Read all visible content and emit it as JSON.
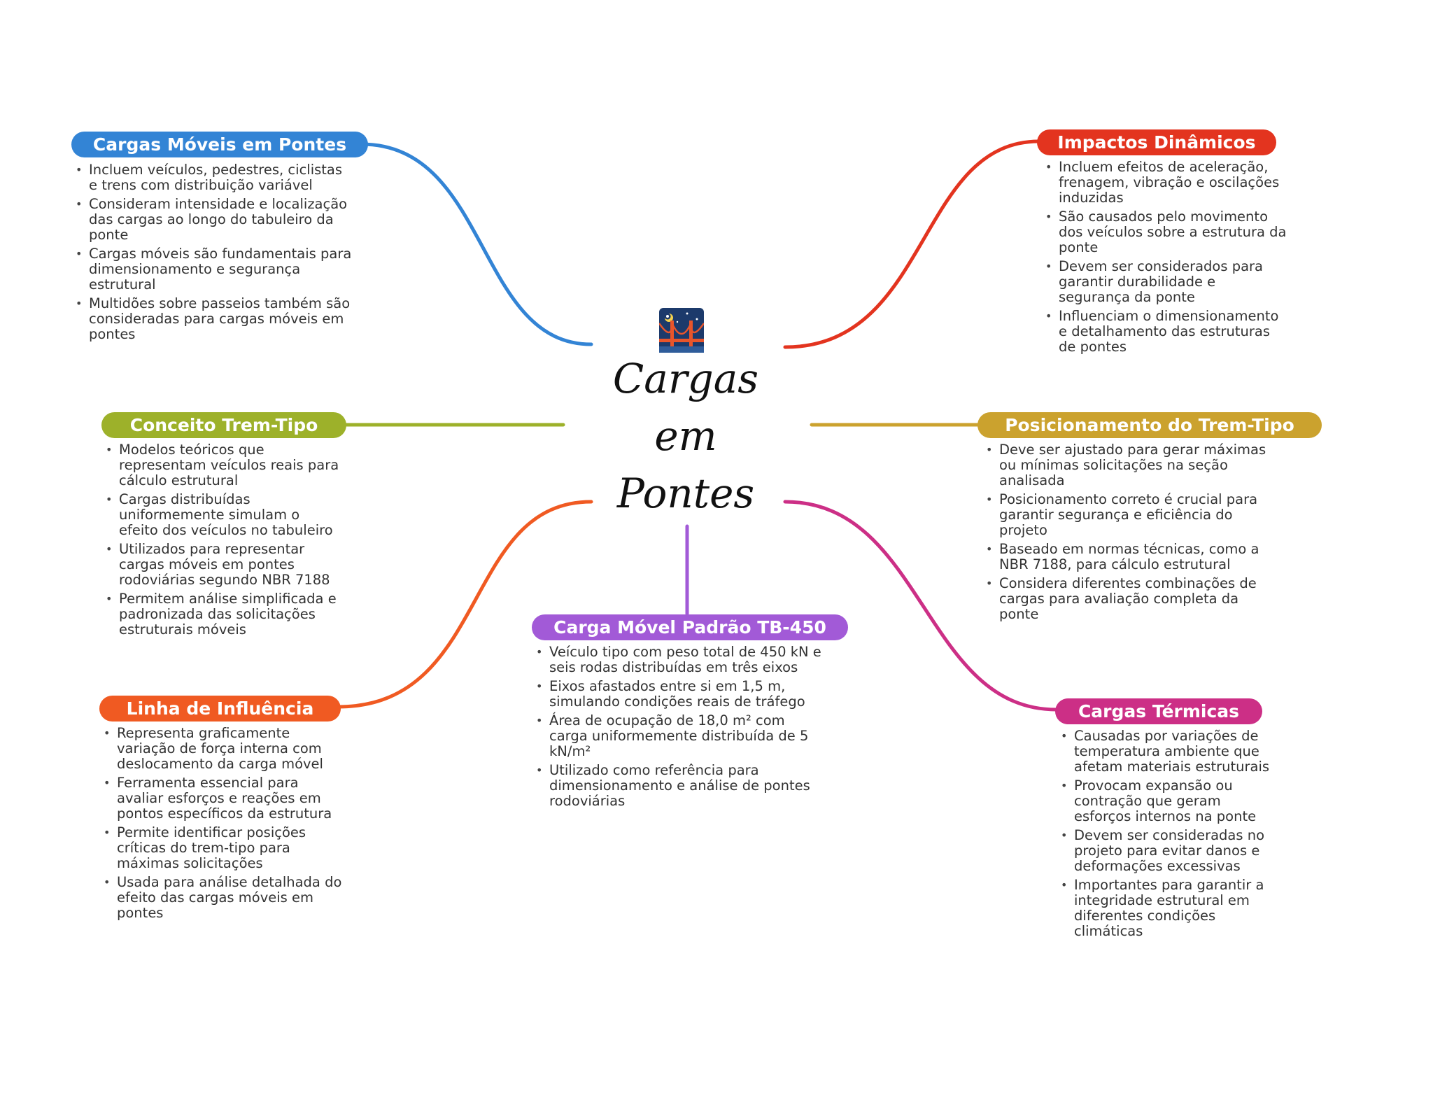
{
  "center": {
    "title_lines": [
      "Cargas",
      "em",
      "Pontes"
    ],
    "icon": "golden-gate-bridge-icon"
  },
  "colors": {
    "cargas_moveis": "#3384d5",
    "impactos": "#e3341f",
    "conceito": "#9db12a",
    "posicionamento": "#cba22e",
    "carga_padrao": "#a25ad7",
    "linha_influencia": "#f05a22",
    "termicas": "#cc2f86"
  },
  "topics": {
    "cargas_moveis": {
      "title": "Cargas Móveis em Pontes",
      "items": [
        "Incluem veículos, pedestres, ciclistas e trens com distribuição variável",
        "Consideram intensidade e localização das cargas ao longo do tabuleiro da ponte",
        "Cargas móveis são fundamentais para dimensionamento e segurança estrutural",
        "Multidões sobre passeios também são consideradas para cargas móveis em pontes"
      ]
    },
    "impactos": {
      "title": "Impactos Dinâmicos",
      "items": [
        "Incluem efeitos de aceleração, frenagem, vibração e oscilações induzidas",
        "São causados pelo movimento dos veículos sobre a estrutura da ponte",
        "Devem ser considerados para garantir durabilidade e segurança da ponte",
        "Influenciam o dimensionamento e detalhamento das estruturas de pontes"
      ]
    },
    "conceito": {
      "title": "Conceito Trem-Tipo",
      "items": [
        "Modelos teóricos que representam veículos reais para cálculo estrutural",
        "Cargas distribuídas uniformemente simulam o efeito dos veículos no tabuleiro",
        "Utilizados para representar cargas móveis em pontes rodoviárias segundo NBR 7188",
        "Permitem análise simplificada e padronizada das solicitações estruturais móveis"
      ]
    },
    "posicionamento": {
      "title": "Posicionamento do Trem-Tipo",
      "items": [
        "Deve ser ajustado para gerar máximas ou mínimas solicitações na seção analisada",
        "Posicionamento correto é crucial para garantir segurança e eficiência do projeto",
        "Baseado em normas técnicas, como a NBR 7188, para cálculo estrutural",
        "Considera diferentes combinações de cargas para avaliação completa da ponte"
      ]
    },
    "carga_padrao": {
      "title": "Carga Móvel Padrão TB-450",
      "items": [
        "Veículo tipo com peso total de 450 kN e seis rodas distribuídas em três eixos",
        "Eixos afastados entre si em 1,5 m, simulando condições reais de tráfego",
        "Área de ocupação de 18,0 m² com carga uniformemente distribuída de 5 kN/m²",
        "Utilizado como referência para dimensionamento e análise de pontes rodoviárias"
      ]
    },
    "linha_influencia": {
      "title": "Linha de Influência",
      "items": [
        "Representa graficamente variação de força interna com deslocamento da carga móvel",
        "Ferramenta essencial para avaliar esforços e reações em pontos específicos da estrutura",
        "Permite identificar posições críticas do trem-tipo para máximas solicitações",
        "Usada para análise detalhada do efeito das cargas móveis em pontes"
      ]
    },
    "termicas": {
      "title": "Cargas Térmicas",
      "items": [
        "Causadas por variações de temperatura ambiente que afetam materiais estruturais",
        "Provocam expansão ou contração que geram esforços internos na ponte",
        "Devem ser consideradas no projeto para evitar danos e deformações excessivas",
        "Importantes para garantir a integridade estrutural em diferentes condições climáticas"
      ]
    }
  }
}
